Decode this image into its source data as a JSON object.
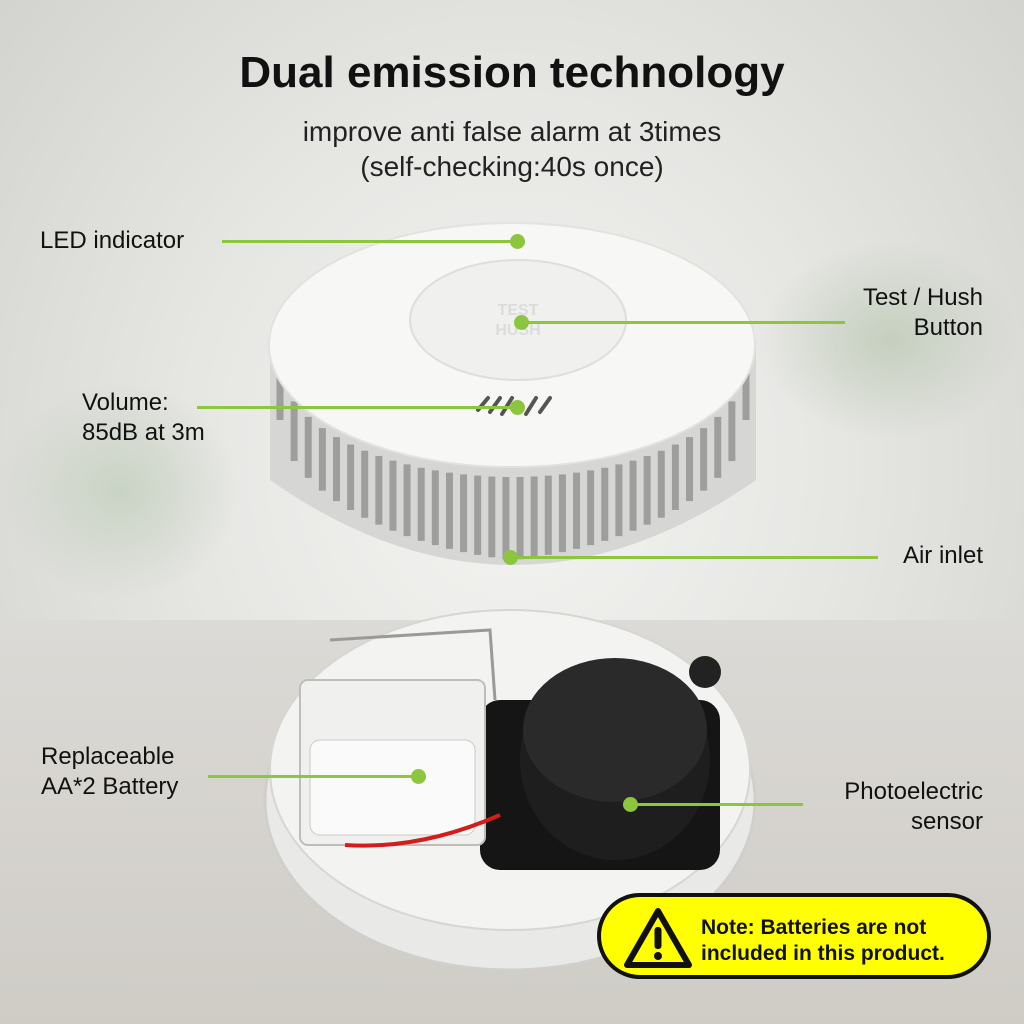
{
  "header": {
    "title": "Dual emission technology",
    "subtitle_line1": "improve anti false alarm at 3times",
    "subtitle_line2": "(self-checking:40s once)"
  },
  "callouts": {
    "led": "LED indicator",
    "test_hush_line1": "Test / Hush",
    "test_hush_line2": "Button",
    "volume_line1": "Volume:",
    "volume_line2": "85dB at 3m",
    "air_inlet": "Air inlet",
    "battery_line1": "Replaceable",
    "battery_line2": "AA*2 Battery",
    "sensor_line1": "Photoelectric",
    "sensor_line2": "sensor"
  },
  "device": {
    "button_text_line1": "TEST",
    "button_text_line2": "HUSH"
  },
  "note": {
    "line1": "Note: Batteries are not",
    "line2": "included in this product.",
    "icon": "warning-triangle-icon"
  },
  "colors": {
    "callout_green": "#8cc63f",
    "note_yellow": "#ffff00"
  }
}
